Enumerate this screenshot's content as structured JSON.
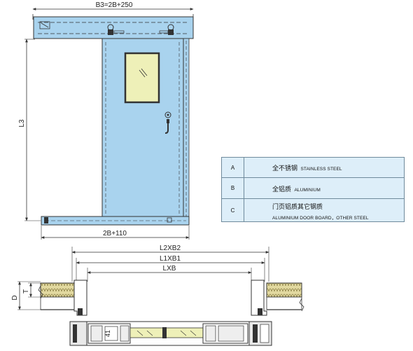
{
  "dimensions": {
    "top_width": "B3=2B+250",
    "height": "L3",
    "bottom_width": "2B+110",
    "opening_outer": "L2XB2",
    "opening_mid": "L1XB1",
    "opening_inner": "LXB",
    "wall_depth": "D",
    "panel_thickness": "T",
    "leaf_width": "41"
  },
  "materials": [
    {
      "code": "A",
      "cn": "全不锈钢",
      "en": "STAINLESS STEEL"
    },
    {
      "code": "B",
      "cn": "全铝质",
      "en": "ALUMINIUM"
    },
    {
      "code": "C",
      "cn": "门页铝质其它钢质",
      "en": "ALUMINIUM DOOR BOARD，OTHER STEEL"
    }
  ],
  "colors": {
    "door_fill": "#a9d3ee",
    "window_fill": "#eef0b8",
    "table_fill": "#ddeef9",
    "insulation": "#e2d9a0",
    "line": "#333333"
  }
}
